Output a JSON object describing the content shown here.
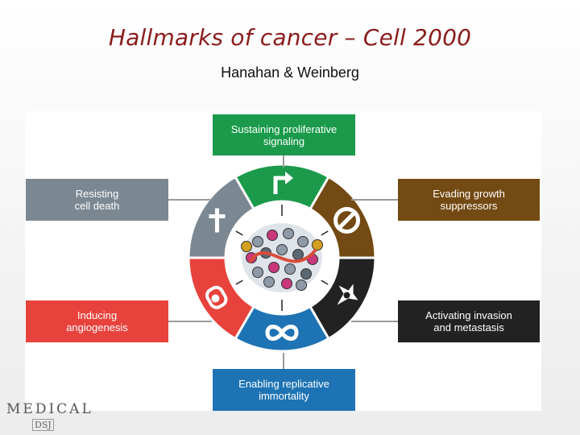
{
  "slide": {
    "title": "Hallmarks of cancer – Cell 2000",
    "subtitle": "Hanahan & Weinberg"
  },
  "hallmarks": [
    {
      "id": "proliferative",
      "line1": "Sustaining proliferative",
      "line2": "signaling",
      "color": "#1a9a4a",
      "icon": "arrow-icon"
    },
    {
      "id": "growth-suppressors",
      "line1": "Evading growth",
      "line2": "suppressors",
      "color": "#734a13",
      "icon": "no-entry-icon"
    },
    {
      "id": "invasion",
      "line1": "Activating invasion",
      "line2": "and metastasis",
      "color": "#222222",
      "icon": "metastasis-icon"
    },
    {
      "id": "immortality",
      "line1": "Enabling replicative",
      "line2": "immortality",
      "color": "#1e73b4",
      "icon": "infinity-icon"
    },
    {
      "id": "angiogenesis",
      "line1": "Inducing",
      "line2": "angiogenesis",
      "color": "#e8423c",
      "icon": "vessel-icon"
    },
    {
      "id": "cell-death",
      "line1": "Resisting",
      "line2": "cell death",
      "color": "#7b8891",
      "icon": "cross-icon"
    }
  ],
  "logo": {
    "line1": "MEDICAL",
    "line2": "DSJ"
  }
}
